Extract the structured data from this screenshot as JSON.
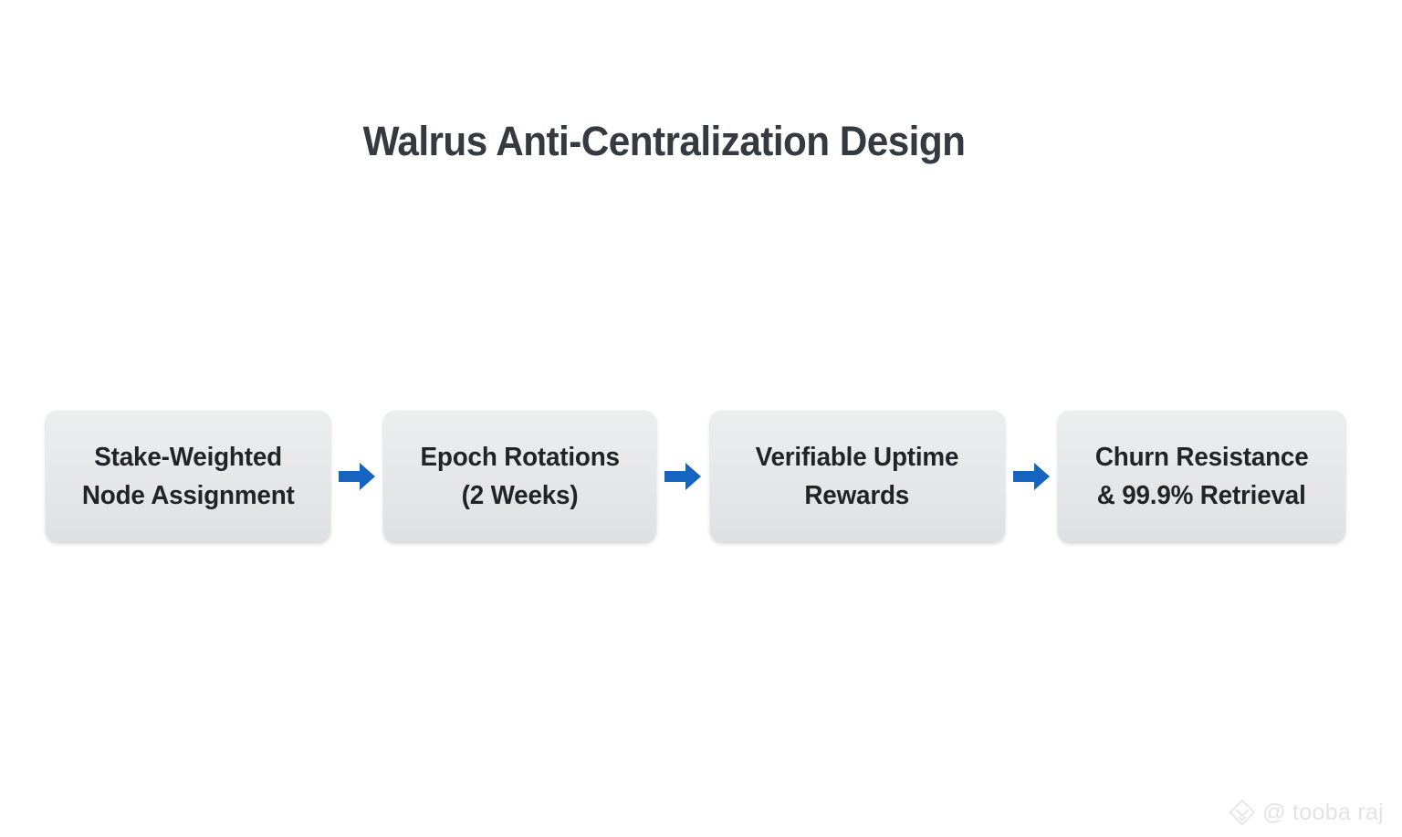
{
  "slide": {
    "title": "Walrus Anti-Centralization Design",
    "background_color": "#ffffff",
    "title_color": "#343a40"
  },
  "flow": {
    "arrow_color": "#1565c0",
    "node_bg_color": "#e7e8e9",
    "node_text_color": "#1f2428",
    "nodes": [
      {
        "id": "stake-weighted-node-assignment",
        "line1": "Stake-Weighted",
        "line2": "Node Assignment"
      },
      {
        "id": "epoch-rotations",
        "line1": "Epoch Rotations",
        "line2": "(2 Weeks)"
      },
      {
        "id": "verifiable-uptime-rewards",
        "line1": "Verifiable Uptime",
        "line2": "Rewards"
      },
      {
        "id": "churn-resistance-retrieval",
        "line1": "Churn Resistance",
        "line2": "& 99.9% Retrieval"
      }
    ],
    "connectors": [
      {
        "icon": "arrow-right-icon"
      },
      {
        "icon": "arrow-right-icon"
      },
      {
        "icon": "arrow-right-icon"
      }
    ]
  },
  "watermark": {
    "icon": "diamond-logo-icon",
    "text": "@ tooba raj",
    "color": "#e3e3e5"
  }
}
